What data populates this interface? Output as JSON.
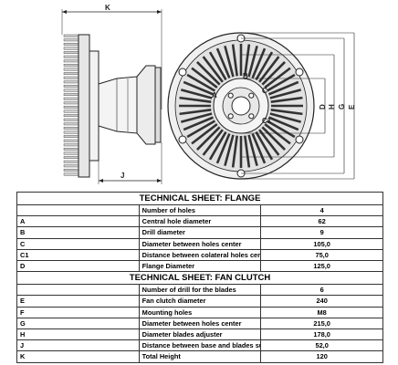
{
  "drawing": {
    "dimension_labels": {
      "k": "K",
      "j": "J",
      "a": "A",
      "b": "B",
      "c": "C",
      "c1": "C1",
      "d": "D",
      "h": "H",
      "g": "G",
      "e": "E"
    }
  },
  "flange": {
    "title": "TECHNICAL SHEET: FLANGE",
    "rows": [
      {
        "code": "",
        "label": "Number of holes",
        "value": "4"
      },
      {
        "code": "A",
        "label": "Central hole diameter",
        "value": "62"
      },
      {
        "code": "B",
        "label": "Drill diameter",
        "value": "9"
      },
      {
        "code": "C",
        "label": "Diameter between holes center",
        "value": "105,0"
      },
      {
        "code": "C1",
        "label": "Distance between colateral holes center",
        "value": "75,0"
      },
      {
        "code": "D",
        "label": "Flange Diameter",
        "value": "125,0"
      }
    ]
  },
  "fan_clutch": {
    "title": "TECHNICAL SHEET: FAN CLUTCH",
    "rows": [
      {
        "code": "",
        "label": "Number of drill for the blades",
        "value": "6"
      },
      {
        "code": "E",
        "label": "Fan clutch diameter",
        "value": "240"
      },
      {
        "code": "F",
        "label": "Mounting holes",
        "value": "M8"
      },
      {
        "code": "G",
        "label": "Diameter between holes center",
        "value": "215,0"
      },
      {
        "code": "H",
        "label": "Diameter blades adjuster",
        "value": "178,0"
      },
      {
        "code": "J",
        "label": "Distance between base and blades support",
        "value": "52,0"
      },
      {
        "code": "K",
        "label": "Total Height",
        "value": "120"
      }
    ]
  }
}
